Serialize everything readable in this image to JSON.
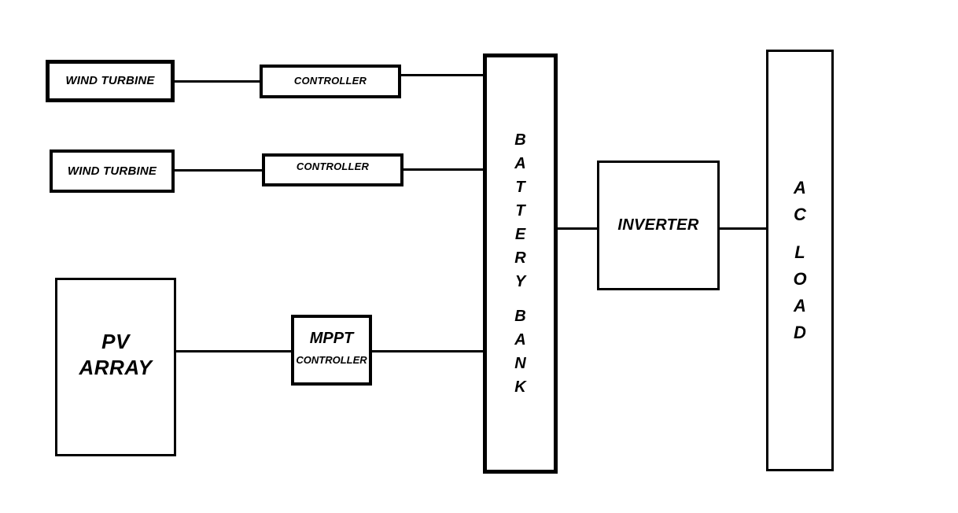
{
  "diagram": {
    "title": "Hybrid Wind-Solar Power System Block Diagram",
    "background_color": "#ffffff",
    "line_color": "#000000",
    "box_fill": "#ffffff"
  },
  "blocks": {
    "wind_turbine_1": {
      "label": "WIND TURBINE"
    },
    "wind_turbine_2": {
      "label": "WIND TURBINE"
    },
    "controller_1": {
      "label": "CONTROLLER"
    },
    "controller_2": {
      "label": "CONTROLLER"
    },
    "pv_array": {
      "line1": "PV",
      "line2": "ARRAY"
    },
    "mppt": {
      "line1": "MPPT",
      "line2": "CONTROLLER"
    },
    "battery_bank": {
      "text": "BATTERY BANK",
      "word1": [
        "B",
        "A",
        "T",
        "T",
        "E",
        "R",
        "Y"
      ],
      "word2": [
        "B",
        "A",
        "N",
        "K"
      ]
    },
    "inverter": {
      "label": "INVERTER"
    },
    "ac_load": {
      "text": "AC LOAD",
      "word1": [
        "A",
        "C"
      ],
      "word2": [
        "L",
        "O",
        "A",
        "D"
      ]
    }
  },
  "connections": [
    {
      "name": "wind-turbine-1-to-controller-1",
      "from": "wind_turbine_1",
      "to": "controller_1"
    },
    {
      "name": "controller-1-to-battery-bank",
      "from": "controller_1",
      "to": "battery_bank"
    },
    {
      "name": "wind-turbine-2-to-controller-2",
      "from": "wind_turbine_2",
      "to": "controller_2"
    },
    {
      "name": "controller-2-to-battery-bank",
      "from": "controller_2",
      "to": "battery_bank"
    },
    {
      "name": "pv-array-to-mppt",
      "from": "pv_array",
      "to": "mppt"
    },
    {
      "name": "mppt-to-battery-bank",
      "from": "mppt",
      "to": "battery_bank"
    },
    {
      "name": "battery-bank-to-inverter",
      "from": "battery_bank",
      "to": "inverter"
    },
    {
      "name": "inverter-to-ac-load",
      "from": "inverter",
      "to": "ac_load"
    }
  ]
}
